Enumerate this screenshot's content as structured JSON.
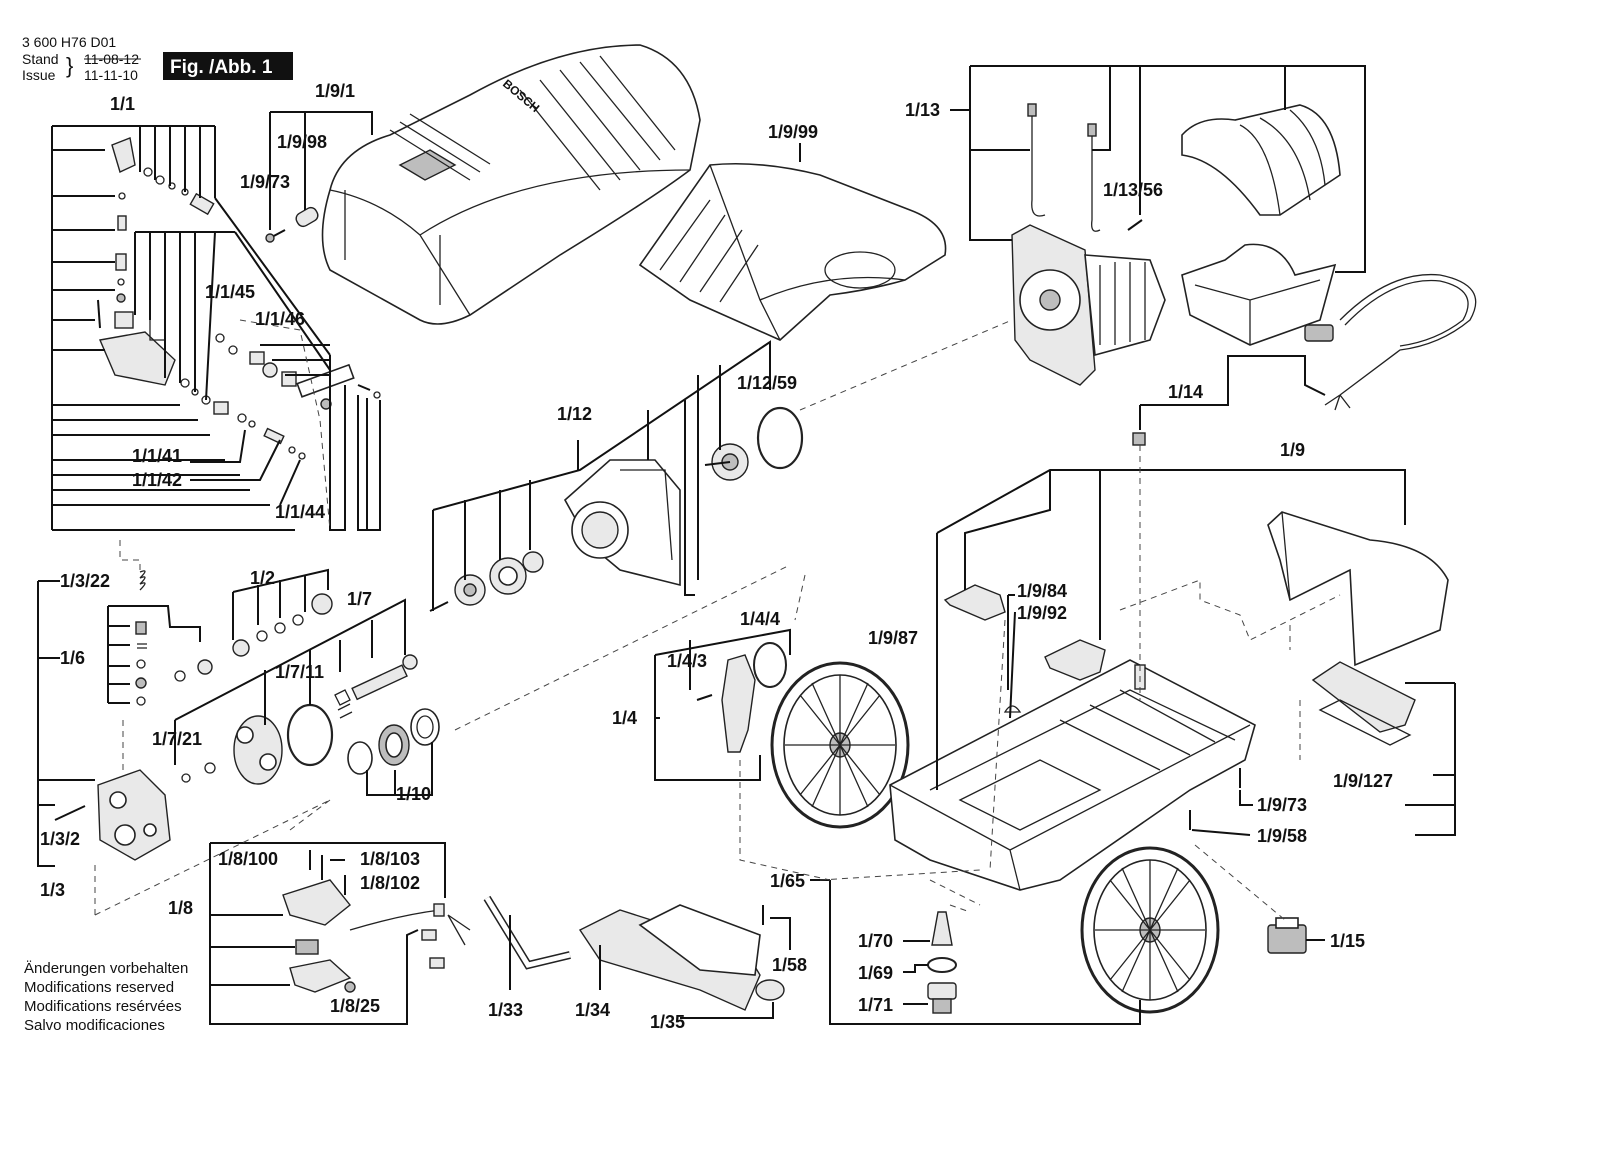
{
  "header": {
    "doc_number": "3 600 H76 D01",
    "stand_label": "Stand",
    "issue_label": "Issue",
    "stand_date": "11-08-12",
    "issue_date": "11-11-10",
    "figure_label": "Fig. /Abb. 1"
  },
  "notes": {
    "lines": [
      "Änderungen vorbehalten",
      "Modifications reserved",
      "Modifications resérvées",
      "Salvo modificaciones"
    ]
  },
  "callouts": {
    "c1_1": "1/1",
    "c1_1_45": "1/1/45",
    "c1_1_46": "1/1/46",
    "c1_1_41": "1/1/41",
    "c1_1_42": "1/1/42",
    "c1_1_44": "1/1/44",
    "c1_9_1": "1/9/1",
    "c1_9_98": "1/9/98",
    "c1_9_73a": "1/9/73",
    "c1_9_99": "1/9/99",
    "c1_13": "1/13",
    "c1_13_56": "1/13/56",
    "c1_14": "1/14",
    "c1_12_59": "1/12/59",
    "c1_12": "1/12",
    "c1_9": "1/9",
    "c1_3_22": "1/3/22",
    "c1_2": "1/2",
    "c1_7": "1/7",
    "c1_6": "1/6",
    "c1_7_11": "1/7/11",
    "c1_7_21": "1/7/21",
    "c1_10": "1/10",
    "c1_3_2": "1/3/2",
    "c1_3": "1/3",
    "c1_4_4": "1/4/4",
    "c1_4_3": "1/4/3",
    "c1_4": "1/4",
    "c1_9_87": "1/9/87",
    "c1_9_84": "1/9/84",
    "c1_9_92": "1/9/92",
    "c1_9_127": "1/9/127",
    "c1_9_73b": "1/9/73",
    "c1_9_58": "1/9/58",
    "c1_8_100": "1/8/100",
    "c1_8_103": "1/8/103",
    "c1_8_102": "1/8/102",
    "c1_8": "1/8",
    "c1_8_25": "1/8/25",
    "c1_33": "1/33",
    "c1_34": "1/34",
    "c1_35": "1/35",
    "c1_58": "1/58",
    "c1_65": "1/65",
    "c1_70": "1/70",
    "c1_69": "1/69",
    "c1_71": "1/71",
    "c1_15": "1/15"
  },
  "brand_on_cover": "BOSCH"
}
